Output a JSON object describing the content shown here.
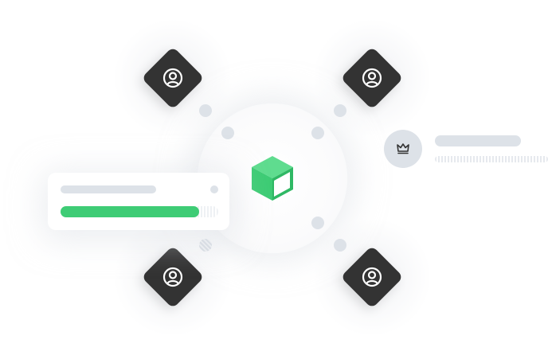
{
  "colors": {
    "accent": "#3ecc75",
    "node": "#333333",
    "placeholder": "#dde2e8",
    "icon_light": "#ffffff",
    "icon_dark": "#333333"
  },
  "hub": {
    "icon": "cube-icon"
  },
  "nodes": [
    {
      "name": "user-node-top-left",
      "icon": "user-circle-icon"
    },
    {
      "name": "user-node-top-right",
      "icon": "user-circle-icon"
    },
    {
      "name": "user-node-bottom-left",
      "icon": "user-circle-icon"
    },
    {
      "name": "user-node-bottom-right",
      "icon": "user-circle-icon"
    }
  ],
  "progress_card": {
    "progress": 0.88
  },
  "crown_row": {
    "icon": "crown-icon"
  }
}
